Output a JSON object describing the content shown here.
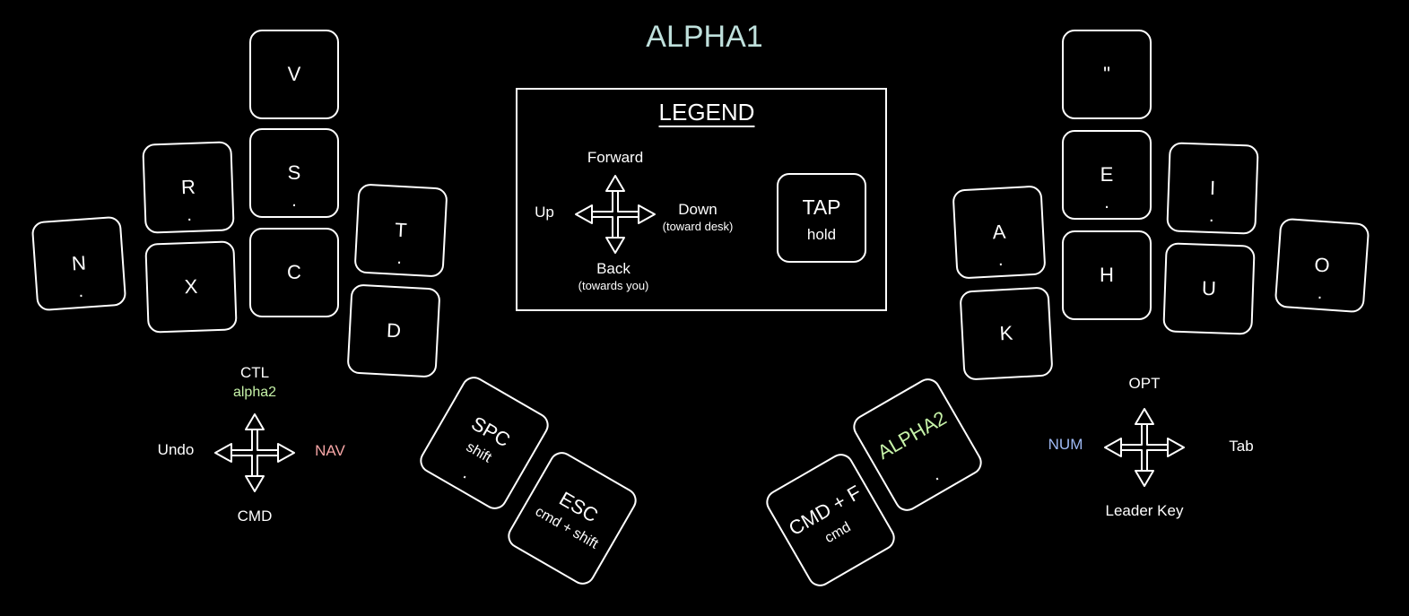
{
  "title": "ALPHA1",
  "legend": {
    "title": "LEGEND",
    "forward": "Forward",
    "up": "Up",
    "down": "Down",
    "down_note": "(toward desk)",
    "back": "Back",
    "back_note": "(towards you)",
    "tap": "TAP",
    "hold": "hold"
  },
  "left_keys": {
    "v": {
      "label": "V"
    },
    "r": {
      "label": "R",
      "dot": "."
    },
    "s": {
      "label": "S",
      "dot": "."
    },
    "t": {
      "label": "T",
      "dot": "."
    },
    "n": {
      "label": "N",
      "dot": "."
    },
    "x": {
      "label": "X"
    },
    "c": {
      "label": "C"
    },
    "d": {
      "label": "D"
    }
  },
  "right_keys": {
    "quote": {
      "label": "\""
    },
    "e": {
      "label": "E",
      "dot": "."
    },
    "i": {
      "label": "I",
      "dot": "."
    },
    "a": {
      "label": "A",
      "dot": "."
    },
    "o": {
      "label": "O",
      "dot": "."
    },
    "h": {
      "label": "H"
    },
    "u": {
      "label": "U"
    },
    "k": {
      "label": "K"
    }
  },
  "thumbs": {
    "spc": {
      "label": "SPC",
      "hold": "shift",
      "dot": "."
    },
    "esc": {
      "label": "ESC",
      "hold": "cmd + shift"
    },
    "cmdf": {
      "label": "CMD + F",
      "hold": "cmd"
    },
    "alpha2": {
      "label": "ALPHA2",
      "dot": "."
    }
  },
  "left_joystick": {
    "forward": "CTL",
    "forward_hold": "alpha2",
    "up": "Undo",
    "down": "NAV",
    "back": "CMD"
  },
  "right_joystick": {
    "forward": "OPT",
    "up": "NUM",
    "down": "Tab",
    "back": "Leader Key"
  },
  "colors": {
    "title": "#bfe0dc",
    "alpha2": "#c6f2a8",
    "nav": "#f7a6a6",
    "num": "#9fbaf5"
  }
}
